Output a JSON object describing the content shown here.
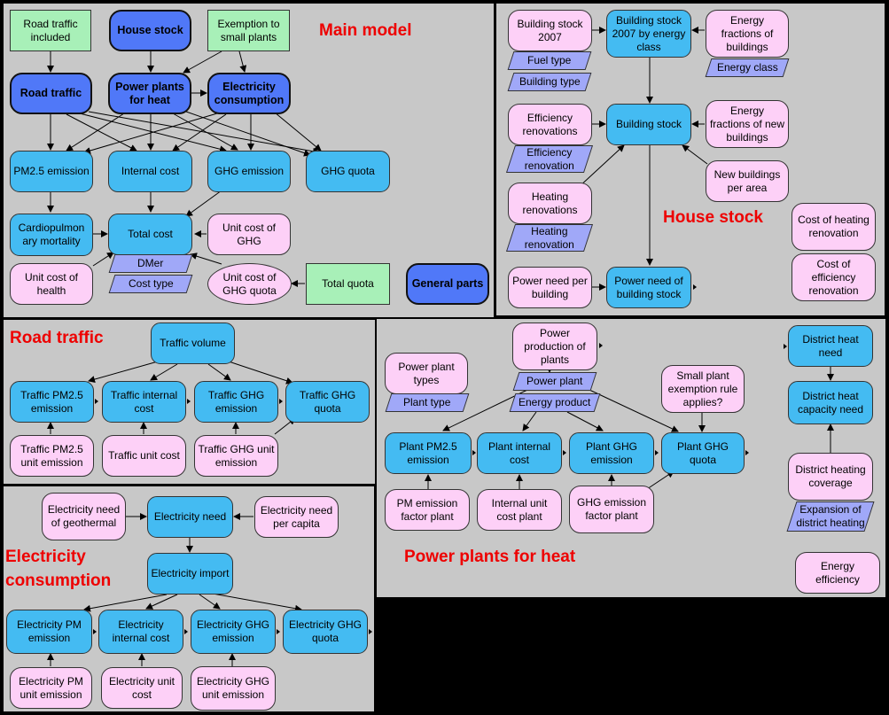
{
  "modules": {
    "main": {
      "title": "Main model",
      "nodes": {
        "road_traffic_included": "Road traffic included",
        "house_stock": "House stock",
        "exemption_small_plants": "Exemption to small plants",
        "road_traffic": "Road traffic",
        "power_plants_heat": "Power plants for heat",
        "electricity_consumption": "Electricity consumption",
        "pm25_emission": "PM2.5 emission",
        "internal_cost": "Internal cost",
        "ghg_emission": "GHG emission",
        "ghg_quota": "GHG quota",
        "cardiopulmonary_mortality": "Cardiopulmon ary mortality",
        "total_cost": "Total cost",
        "unit_cost_ghg": "Unit cost of GHG",
        "dmer": "DMer",
        "cost_type": "Cost type",
        "unit_cost_health": "Unit cost of health",
        "unit_cost_ghg_quota": "Unit cost of GHG quota",
        "total_quota": "Total quota",
        "general_parts": "General parts"
      }
    },
    "house": {
      "title": "House stock",
      "nodes": {
        "building_stock_2007": "Building stock 2007",
        "building_stock_energy_class": "Building stock 2007 by energy class",
        "energy_fractions_buildings": "Energy fractions of buildings",
        "fuel_type": "Fuel type",
        "building_type": "Building type",
        "energy_class": "Energy class",
        "efficiency_renovations": "Efficiency renovations",
        "building_stock": "Building stock",
        "energy_fractions_new": "Energy fractions of new buildings",
        "efficiency_renovation": "Efficiency renovation",
        "new_buildings_per_area": "New buildings per area",
        "heating_renovations": "Heating renovations",
        "heating_renovation": "Heating renovation",
        "cost_heating_renovation": "Cost of heating renovation",
        "cost_efficiency_renovation": "Cost of efficiency renovation",
        "power_need_per_building": "Power need per building",
        "power_need_building_stock": "Power need of building stock"
      }
    },
    "road": {
      "title": "Road traffic",
      "nodes": {
        "traffic_volume": "Traffic volume",
        "traffic_pm25_emission": "Traffic PM2.5 emission",
        "traffic_internal_cost": "Traffic internal cost",
        "traffic_ghg_emission": "Traffic GHG emission",
        "traffic_ghg_quota": "Traffic GHG quota",
        "traffic_pm25_unit_emission": "Traffic PM2.5 unit emission",
        "traffic_unit_cost": "Traffic unit cost",
        "traffic_ghg_unit_emission": "Traffic GHG unit emission"
      }
    },
    "power": {
      "title": "Power plants for heat",
      "nodes": {
        "power_production_plants": "Power production of plants",
        "power_plant_types": "Power plant types",
        "power_plant": "Power plant",
        "plant_type": "Plant type",
        "energy_product": "Energy product",
        "small_plant_exemption": "Small plant exemption rule applies?",
        "plant_pm25_emission": "Plant PM2.5 emission",
        "plant_internal_cost": "Plant internal cost",
        "plant_ghg_emission": "Plant GHG emission",
        "plant_ghg_quota": "Plant GHG quota",
        "pm_emission_factor_plant": "PM emission factor plant",
        "internal_unit_cost_plant": "Internal unit cost plant",
        "ghg_emission_factor_plant": "GHG emission factor plant",
        "district_heat_need": "District heat need",
        "district_heat_capacity_need": "District heat capacity need",
        "district_heating_coverage": "District heating coverage",
        "expansion_district_heating": "Expansion of district heating",
        "energy_efficiency": "Energy efficiency"
      }
    },
    "electricity": {
      "title": "Electricity consumption",
      "nodes": {
        "electricity_need_geothermal": "Electricity need of geothermal",
        "electricity_need": "Electricity need",
        "electricity_need_per_capita": "Electricity need per capita",
        "electricity_import": "Electricity import",
        "electricity_pm_emission": "Electricity PM emission",
        "electricity_internal_cost": "Electricity internal cost",
        "electricity_ghg_emission": "Electricity GHG emission",
        "electricity_ghg_quota": "Electricity GHG quota",
        "electricity_pm_unit_emission": "Electricity PM unit emission",
        "electricity_unit_cost": "Electricity unit cost",
        "electricity_ghg_unit_emission": "Electricity GHG unit emission"
      }
    }
  }
}
